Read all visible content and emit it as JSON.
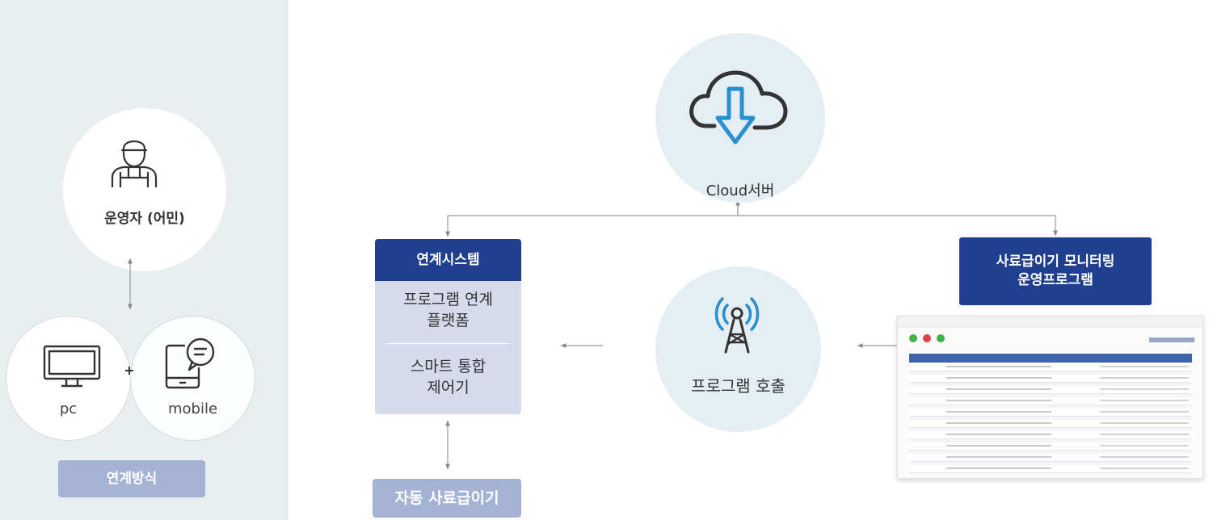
{
  "operator": {
    "label": "운영자 (어민)"
  },
  "devices": {
    "pc_label": "pc",
    "mobile_label": "mobile",
    "plus": "+"
  },
  "link_method": "연계방식",
  "cloud": {
    "label": "Cloud서버"
  },
  "program_call": {
    "label": "프로그램 호출"
  },
  "link_system": {
    "title": "연계시스템",
    "items": [
      {
        "line1": "프로그램 연계",
        "line2": "플랫폼"
      },
      {
        "line1": "스마트 통합",
        "line2": "제어기"
      }
    ]
  },
  "auto_feeder": "자동 사료급이기",
  "monitoring": {
    "title_line1": "사료급이기 모니터링",
    "title_line2": "운영프로그램"
  },
  "colors": {
    "navy": "#203f8e",
    "light_badge": "#a4b3d3",
    "panel": "#e9eef0",
    "circle_bg": "#e5eef3",
    "accent_blue": "#2a8fd0"
  }
}
